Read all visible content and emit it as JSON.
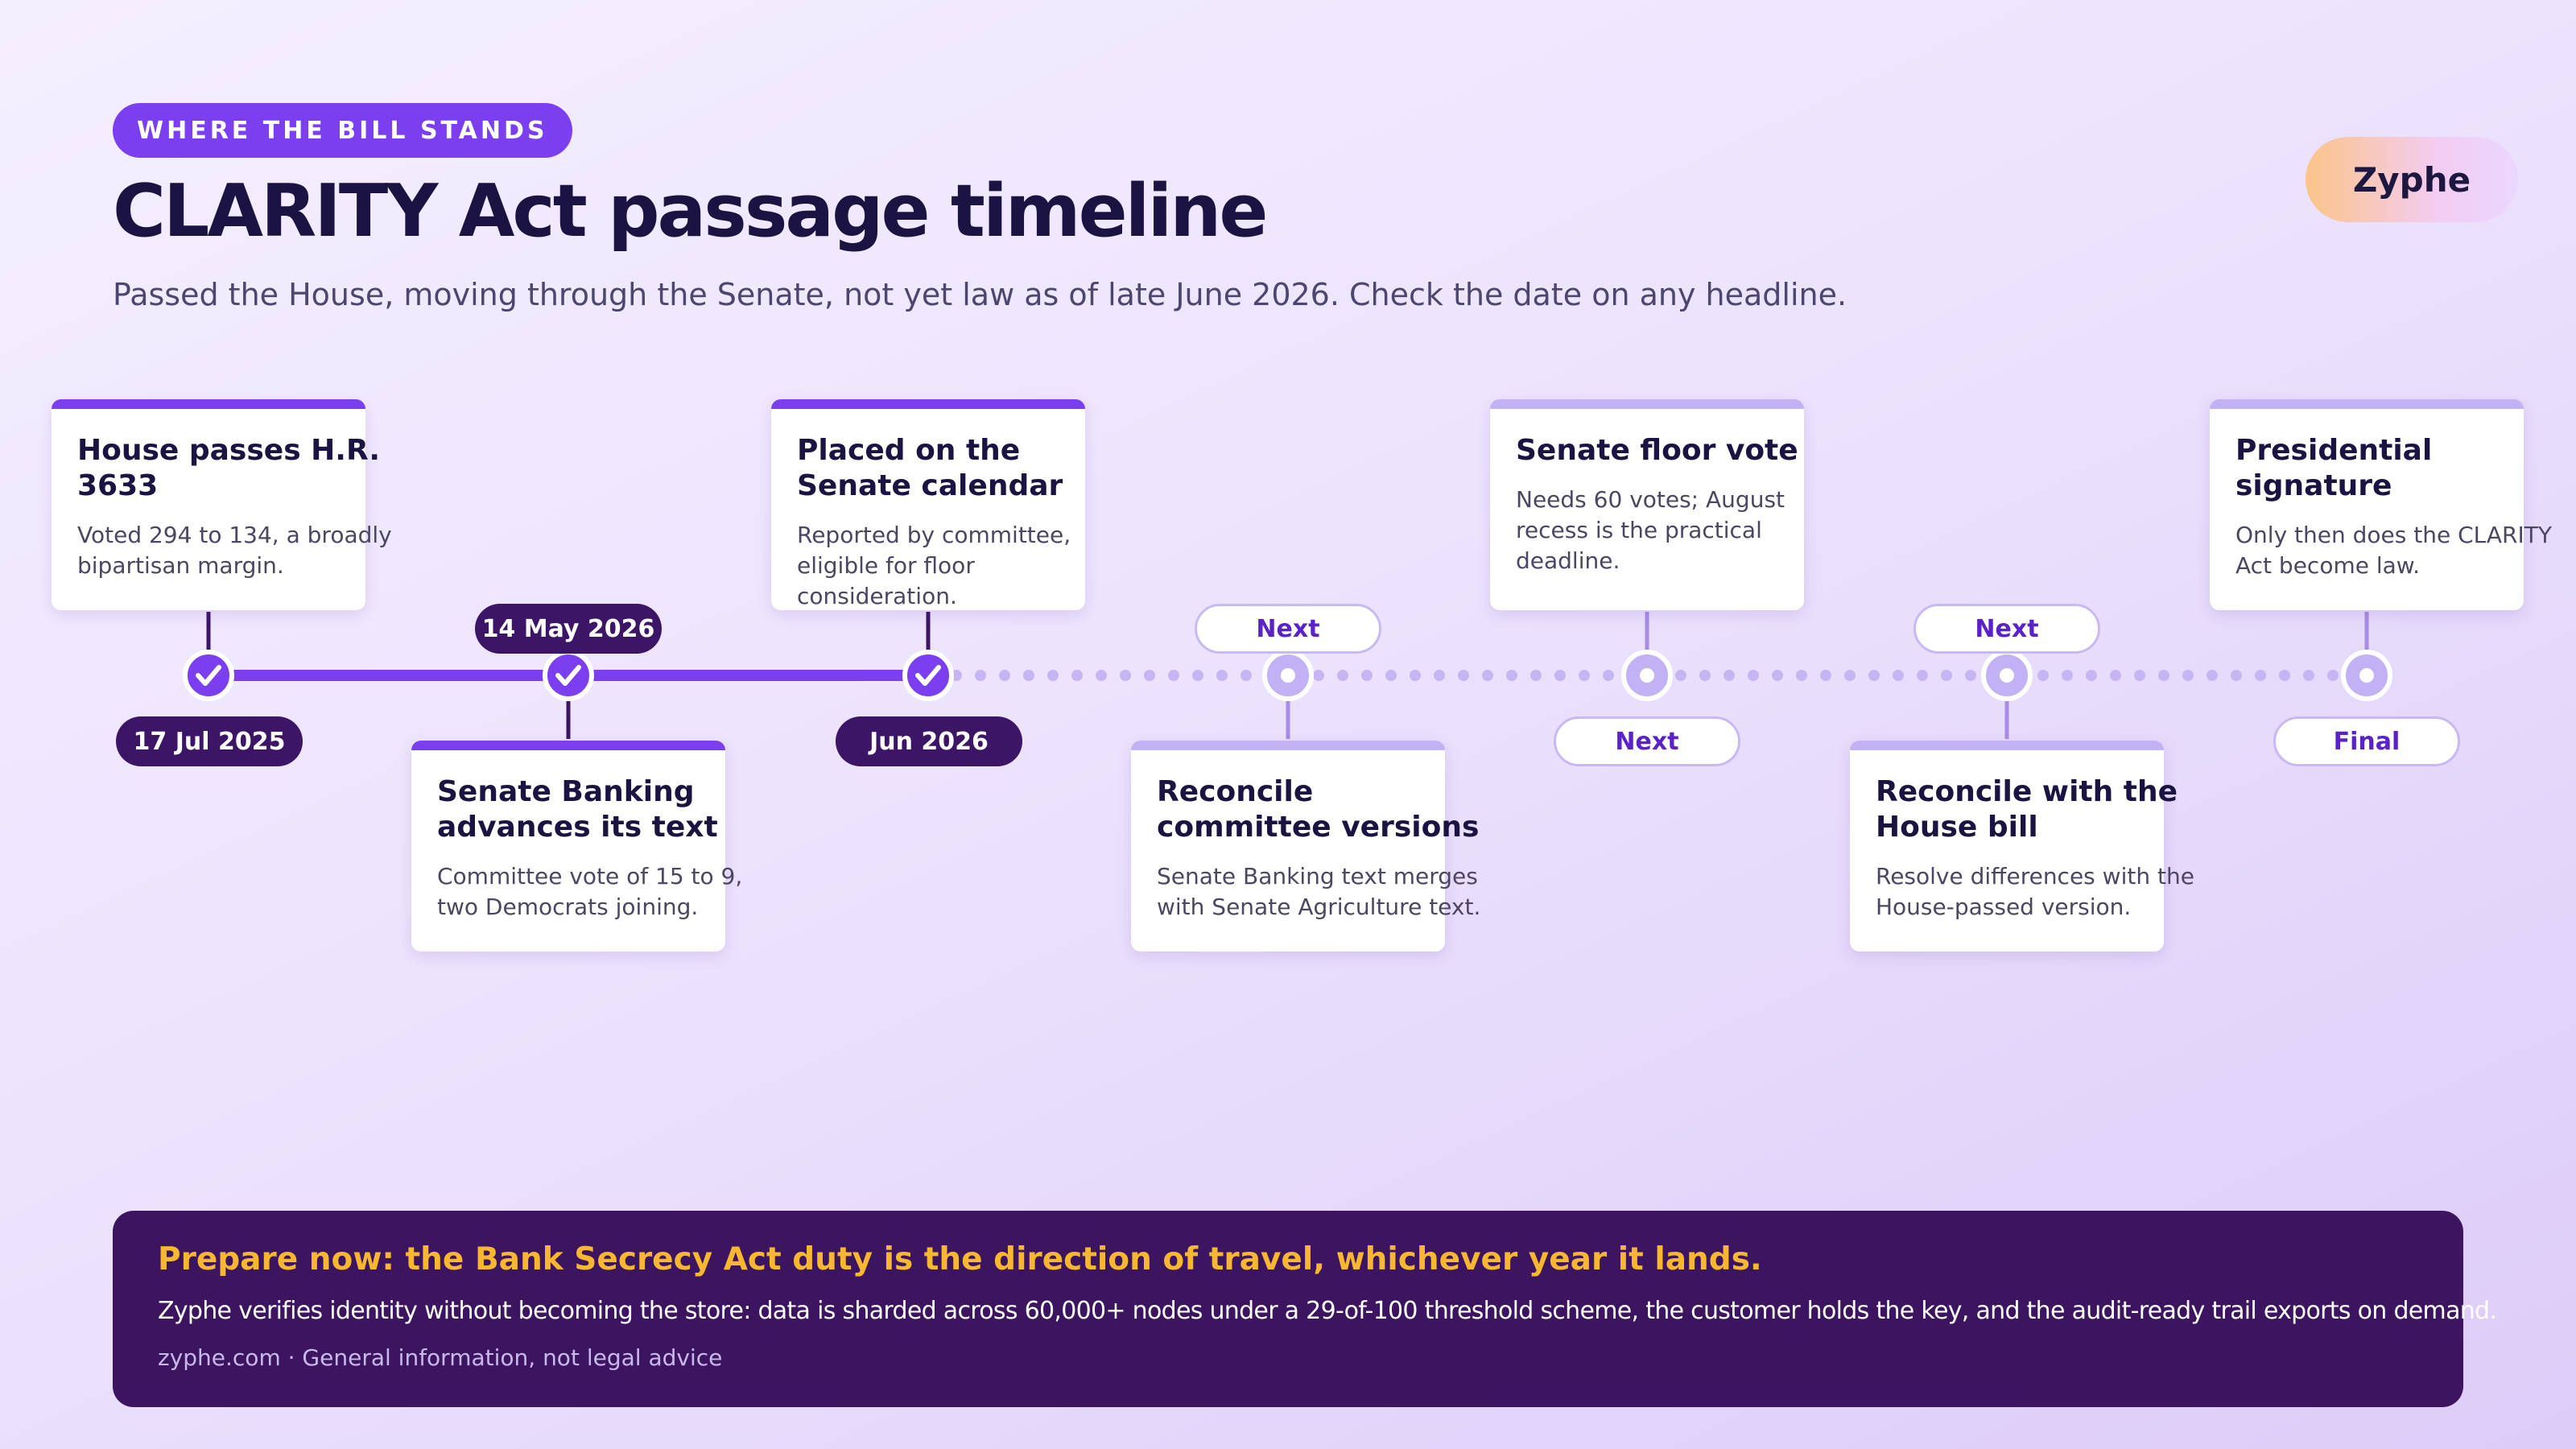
{
  "header": {
    "eyebrow": "WHERE THE BILL STANDS",
    "title": "CLARITY Act passage timeline",
    "subtitle": "Passed the House, moving through the Senate, not yet law as of late June 2026. Check the date on any headline.",
    "logo": "Zyphe"
  },
  "colors": {
    "accent": "#7b3ff0",
    "dark_purple": "#3c1567",
    "pending": "#c2b1f5",
    "highlight": "#f7b731"
  },
  "milestones": [
    {
      "title": "House passes H.R. 3633",
      "desc": "Voted 294 to 134, a broadly bipartisan margin.",
      "label": "17 Jul 2025",
      "status": "done"
    },
    {
      "title": "Senate Banking advances its text",
      "desc": "Committee vote of 15 to 9, two Democrats joining.",
      "label": "14 May 2026",
      "status": "done"
    },
    {
      "title": "Placed on the Senate calendar",
      "desc": "Reported by committee, eligible for floor consideration.",
      "label": "Jun 2026",
      "status": "done"
    },
    {
      "title": "Reconcile committee versions",
      "desc": "Senate Banking text merges with Senate Agriculture text.",
      "label": "Next",
      "status": "pending"
    },
    {
      "title": "Senate floor vote",
      "desc": "Needs 60 votes; August recess is the practical deadline.",
      "label": "Next",
      "status": "pending"
    },
    {
      "title": "Reconcile with the House bill",
      "desc": "Resolve differences with the House-passed version.",
      "label": "Next",
      "status": "pending"
    },
    {
      "title": "Presidential signature",
      "desc": "Only then does the CLARITY Act become law.",
      "label": "Final",
      "status": "pending"
    }
  ],
  "banner": {
    "headline": "Prepare now: the Bank Secrecy Act duty is the direction of travel, whichever year it lands.",
    "body": "Zyphe verifies identity without becoming the store: data is sharded across 60,000+ nodes under a 29-of-100 threshold scheme, the customer holds the key, and the audit-ready trail exports on demand.",
    "footer": "zyphe.com · General information, not legal advice"
  }
}
